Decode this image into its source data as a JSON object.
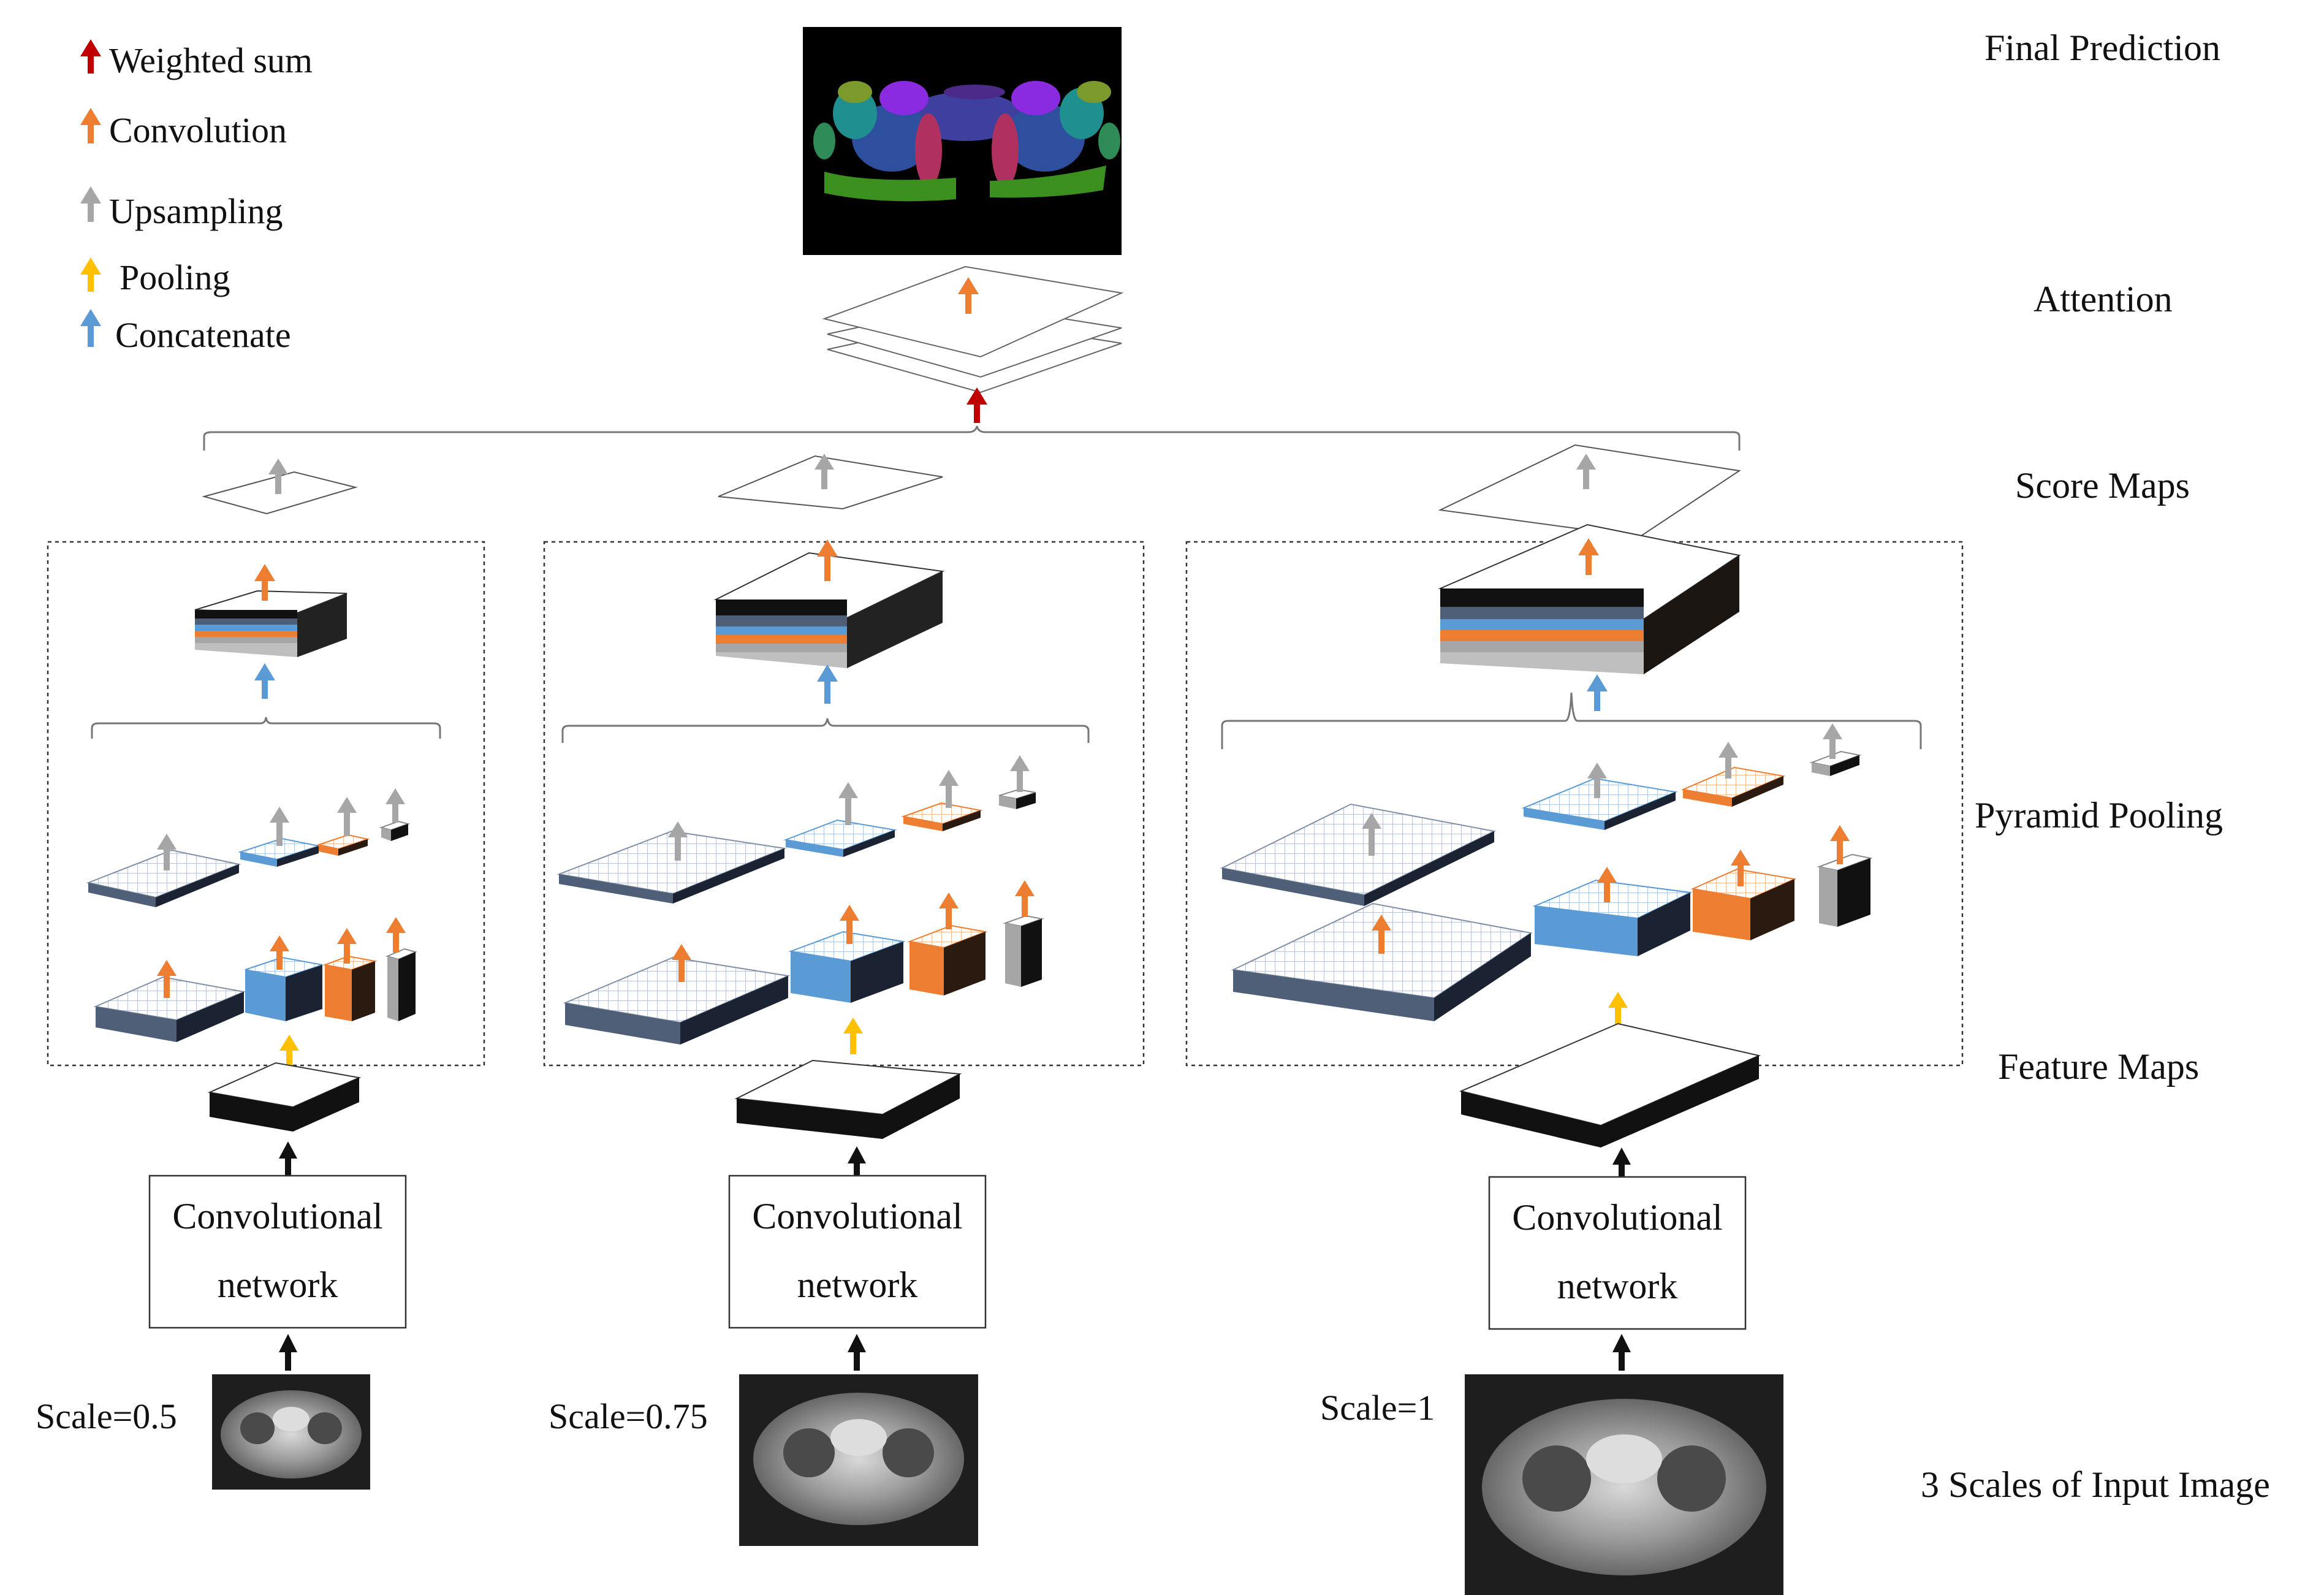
{
  "legend": {
    "items": [
      {
        "label": "Weighted sum",
        "color": "#c00000",
        "icon": "arrow-up-icon"
      },
      {
        "label": "Convolution",
        "color": "#ed7d31",
        "icon": "arrow-up-icon"
      },
      {
        "label": "Upsampling",
        "color": "#a6a6a6",
        "icon": "arrow-up-icon"
      },
      {
        "label": "Pooling",
        "color": "#ffc000",
        "icon": "arrow-up-icon"
      },
      {
        "label": "Concatenate",
        "color": "#5b9bd5",
        "icon": "arrow-up-icon"
      }
    ]
  },
  "row_labels": {
    "final_prediction": "Final Prediction",
    "attention": "Attention",
    "score_maps": "Score Maps",
    "pyramid_pooling": "Pyramid Pooling",
    "feature_maps": "Feature Maps",
    "input_scales": "3 Scales of Input Image"
  },
  "columns": [
    {
      "scale_label": "Scale=0.5",
      "network_line1": "Convolutional",
      "network_line2": "network"
    },
    {
      "scale_label": "Scale=0.75",
      "network_line1": "Convolutional",
      "network_line2": "network"
    },
    {
      "scale_label": "Scale=1",
      "network_line1": "Convolutional",
      "network_line2": "network"
    }
  ],
  "colors": {
    "weighted_sum": "#c00000",
    "convolution": "#ed7d31",
    "upsampling": "#a6a6a6",
    "pooling": "#ffc000",
    "concatenate": "#5b9bd5",
    "slate": "#4f5f78",
    "black_block": "#111111"
  }
}
